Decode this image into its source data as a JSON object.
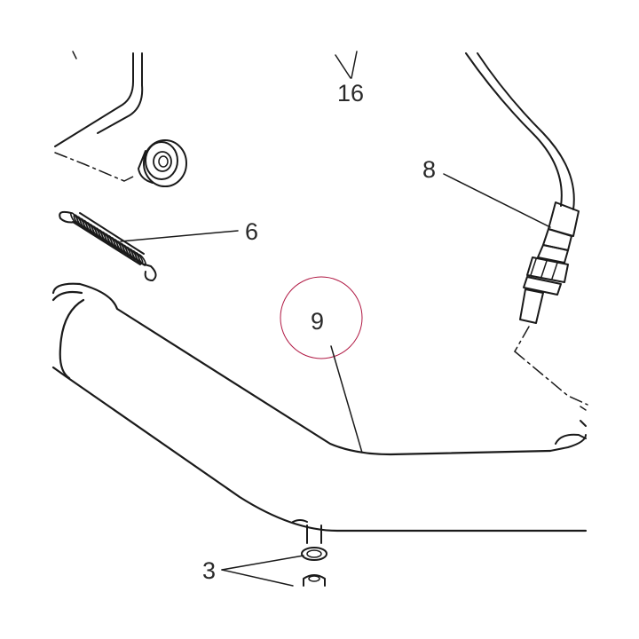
{
  "callouts": {
    "c16": "16",
    "c8": "8",
    "c6": "6",
    "c9": "9",
    "c3": "3"
  },
  "colors": {
    "line": "#1a1a1a",
    "highlight_circle": "#b01843",
    "background": "#ffffff"
  },
  "highlighted_callout": "9"
}
